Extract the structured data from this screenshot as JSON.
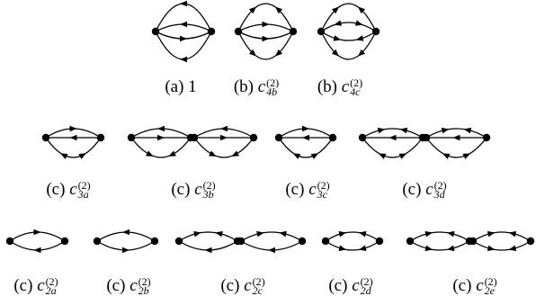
{
  "diagrams": [
    {
      "id": "a",
      "tag": "(a)",
      "symbol": "",
      "sup": "",
      "sub": "",
      "text": "1"
    },
    {
      "id": "b1",
      "tag": "(b)",
      "symbol": "c",
      "sup": "(2)",
      "sub": "4b",
      "text": ""
    },
    {
      "id": "b2",
      "tag": "(b)",
      "symbol": "c",
      "sup": "(2)",
      "sub": "4c",
      "text": ""
    },
    {
      "id": "c3a",
      "tag": "(c)",
      "symbol": "c",
      "sup": "(2)",
      "sub": "3a",
      "text": ""
    },
    {
      "id": "c3b",
      "tag": "(c)",
      "symbol": "c",
      "sup": "(2)",
      "sub": "3b",
      "text": ""
    },
    {
      "id": "c3c",
      "tag": "(c)",
      "symbol": "c",
      "sup": "(2)",
      "sub": "3c",
      "text": ""
    },
    {
      "id": "c3d",
      "tag": "(c)",
      "symbol": "c",
      "sup": "(2)",
      "sub": "3d",
      "text": ""
    },
    {
      "id": "c2a",
      "tag": "(c)",
      "symbol": "c",
      "sup": "(2)",
      "sub": "2a",
      "text": ""
    },
    {
      "id": "c2b",
      "tag": "(c)",
      "symbol": "c",
      "sup": "(2)",
      "sub": "2b",
      "text": ""
    },
    {
      "id": "c2c",
      "tag": "(c)",
      "symbol": "c",
      "sup": "(2)",
      "sub": "2c",
      "text": ""
    },
    {
      "id": "c2d",
      "tag": "(c)",
      "symbol": "c",
      "sup": "(2)",
      "sub": "2d",
      "text": ""
    },
    {
      "id": "c2e",
      "tag": "(c)",
      "symbol": "c",
      "sup": "(2)",
      "sub": "2e",
      "text": ""
    }
  ]
}
